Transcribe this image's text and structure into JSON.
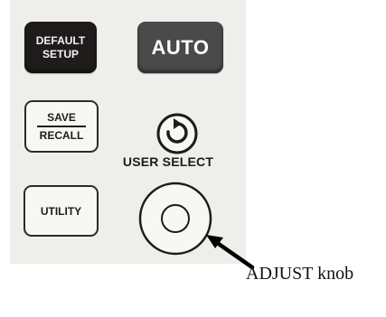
{
  "buttons": {
    "default_setup": {
      "line1": "DEFAULT",
      "line2": "SETUP"
    },
    "auto": {
      "label": "AUTO"
    },
    "save_recall": {
      "line1": "SAVE",
      "line2": "RECALL"
    },
    "utility": {
      "label": "UTILITY"
    }
  },
  "user_select": {
    "label": "USER SELECT",
    "icon": "rotate-icon"
  },
  "knob": {
    "icon": "knob-icon"
  },
  "annotation": {
    "label": "ADJUST knob",
    "icon": "arrow-icon"
  },
  "colors": {
    "panel": "#eeeeea",
    "default_setup_bg": "#1f1b1b",
    "auto_bg": "#4a4a4a",
    "outline": "#2b2b2b"
  }
}
